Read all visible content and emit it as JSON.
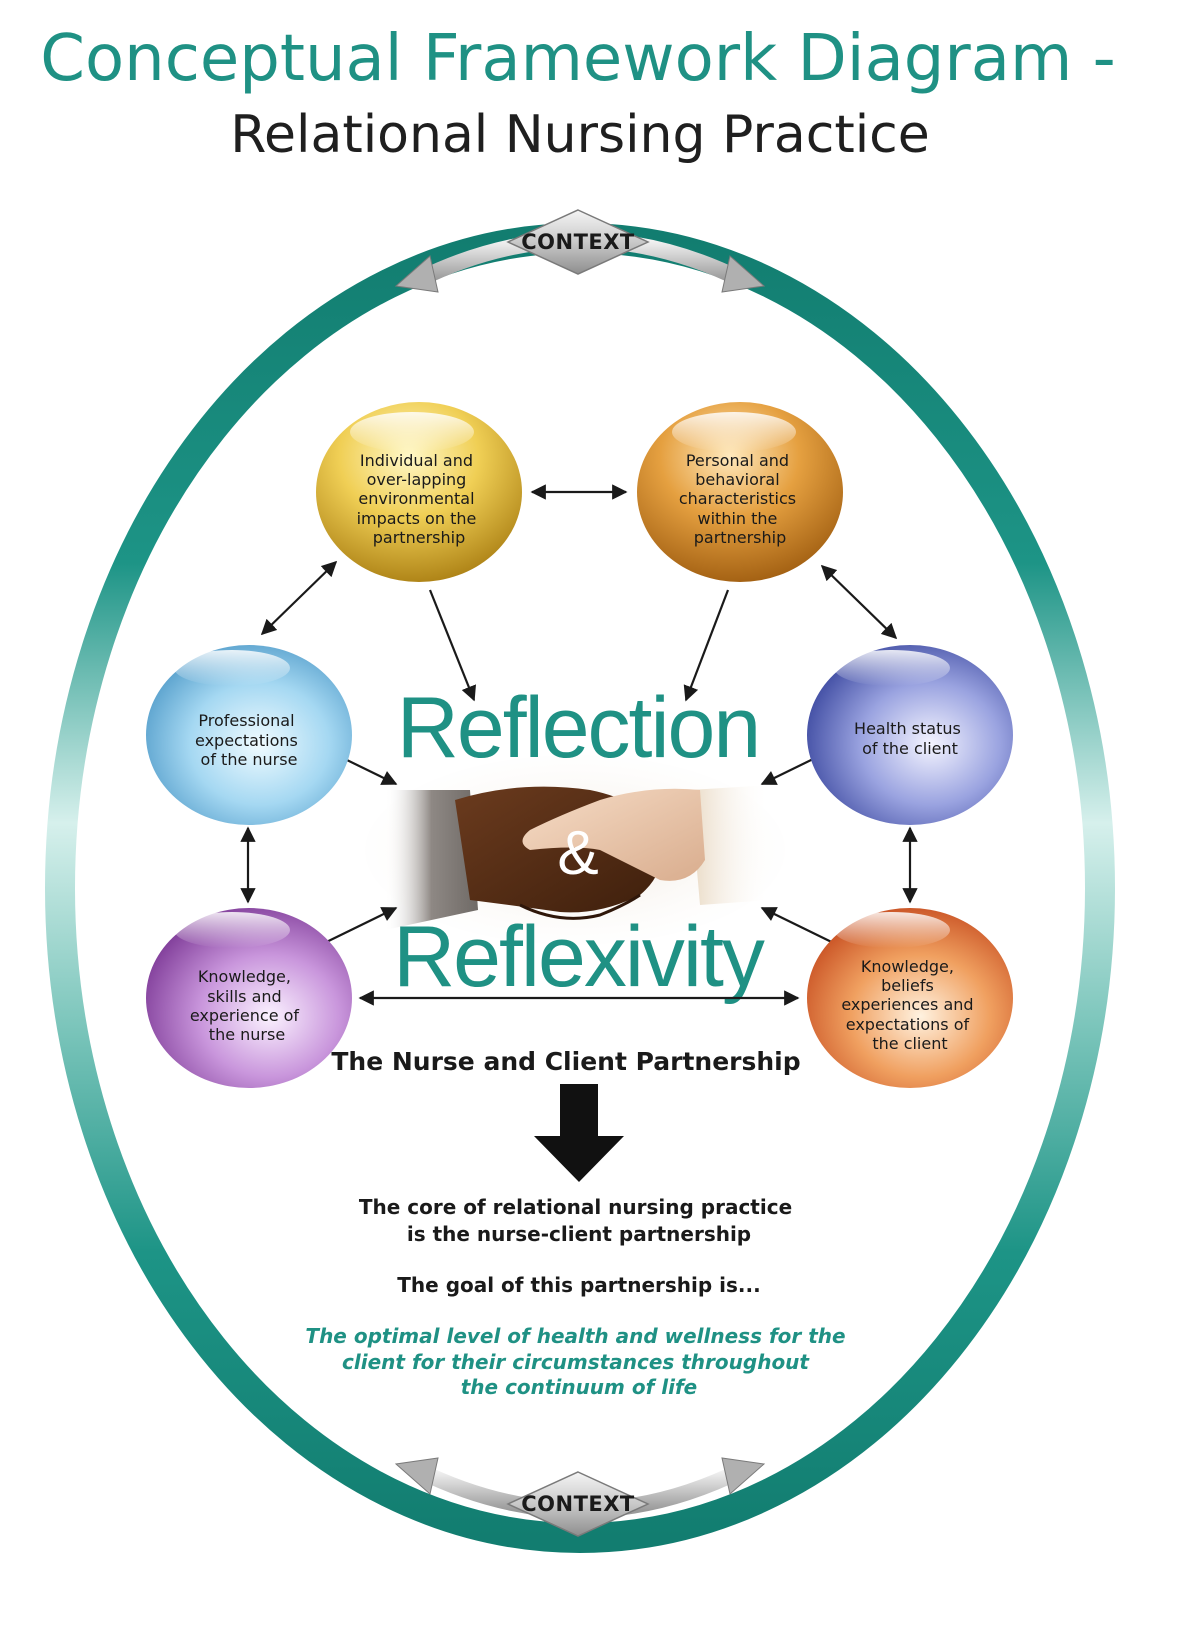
{
  "title": "Conceptual Framework Diagram -",
  "subtitle": "Relational Nursing Practice",
  "context_top": "CONTEXT",
  "context_bottom": "CONTEXT",
  "nodes": {
    "top_left": {
      "lines": [
        "Individual and",
        "over-lapping",
        "environmental",
        "impacts on the",
        "partnership"
      ]
    },
    "top_right": {
      "lines": [
        "Personal and",
        "behavioral",
        "characteristics",
        "within the",
        "partnership"
      ]
    },
    "mid_left": {
      "lines": [
        "Professional",
        "expectations",
        "of the nurse"
      ]
    },
    "mid_right": {
      "lines": [
        "Health status",
        "of the client"
      ]
    },
    "bottom_left": {
      "lines": [
        "Knowledge,",
        "skills and",
        "experience of",
        "the nurse"
      ]
    },
    "bottom_right": {
      "lines": [
        "Knowledge,",
        "beliefs",
        "experiences and",
        "expectations of",
        "the client"
      ]
    }
  },
  "center": {
    "reflection": "Reflection",
    "ampersand": "&",
    "reflexivity": "Reflexivity"
  },
  "partnership": "The Nurse and Client Partnership",
  "core_lines": [
    "The core of relational nursing practice",
    "is the nurse-client partnership"
  ],
  "goal_intro": "The goal of this partnership is...",
  "goal_lines": [
    "The optimal level of health and wellness for the",
    "client for their circumstances throughout",
    "the continuum of life"
  ],
  "colors": {
    "teal": "#1f9184",
    "node_gold": "#e2b530",
    "node_orange": "#d88a1e",
    "node_sky": "#4aa6d6",
    "node_navy": "#3140a0",
    "node_purple": "#8a3fa0",
    "node_red": "#d94a1a"
  }
}
